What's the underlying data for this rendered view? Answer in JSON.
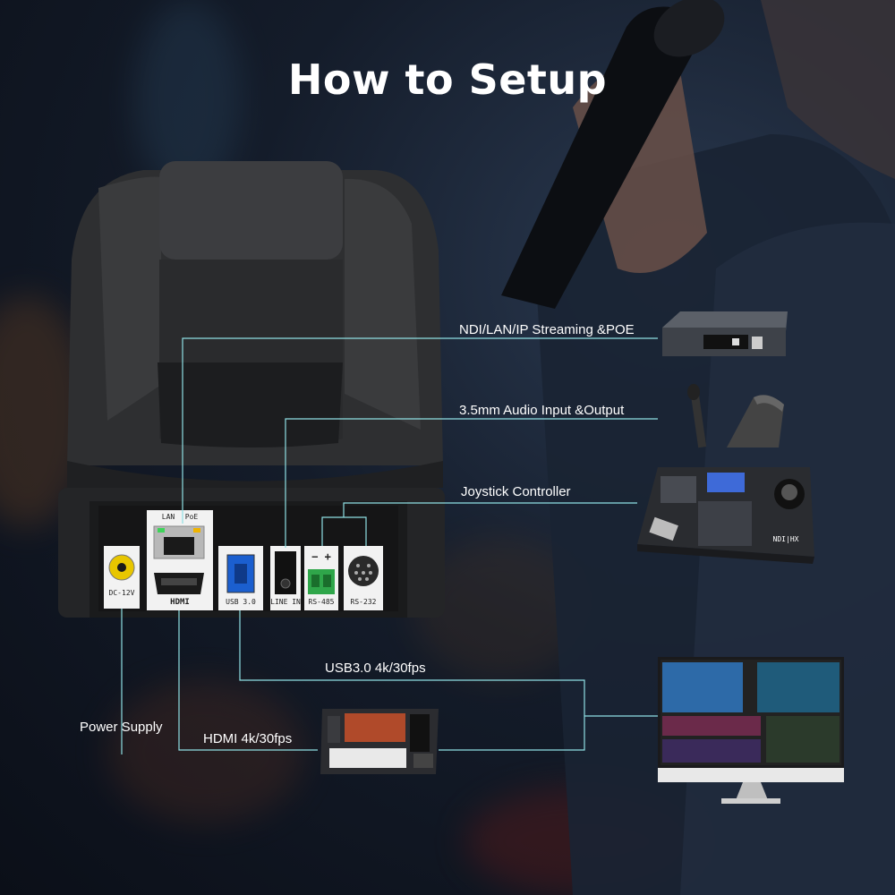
{
  "title": "How to Setup",
  "connections": {
    "ndi": "NDI/LAN/IP Streaming &POE",
    "audio": "3.5mm Audio Input &Output",
    "joystick": "Joystick Controller",
    "usb": "USB3.0 4k/30fps",
    "power": "Power Supply",
    "hdmi": "HDMI 4k/30fps"
  },
  "ports": {
    "lan": "LAN",
    "poe": "PoE",
    "dc": "DC-12V",
    "hdmi": "HDMI",
    "usb": "USB 3.0",
    "line_in": "LINE IN",
    "rs485": "RS-485",
    "rs232": "RS-232",
    "rs485_polarity": "− +"
  },
  "controller_badge": "NDI|HX",
  "colors": {
    "line": "#8fe0e4",
    "title": "#ffffff",
    "panel": "#f2f2f2"
  }
}
